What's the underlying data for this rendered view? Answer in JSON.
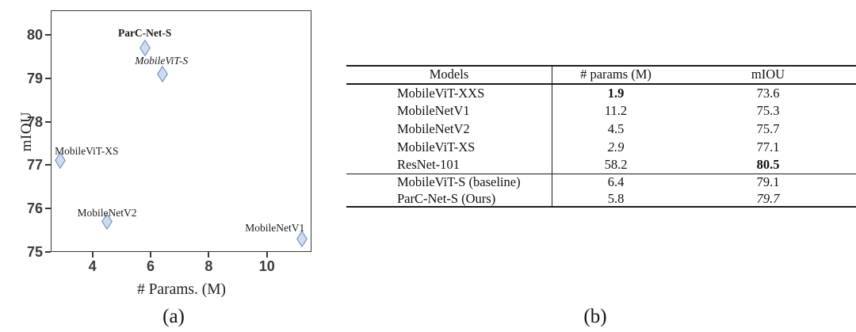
{
  "captions": {
    "a": "(a)",
    "b": "(b)"
  },
  "colors": {
    "marker_fill": "#cfdcf0",
    "marker_stroke": "#7e9cc6",
    "axis": "#3a3a3a",
    "tick_text": "#3b3b3b",
    "rule": "#1c1c1c"
  },
  "chart_data": [
    {
      "type": "scatter",
      "title": "",
      "xlabel": "# Params. (M)",
      "ylabel": "mIOU",
      "xlim": [
        2.563,
        11.535
      ],
      "ylim": [
        75,
        80.565
      ],
      "x_ticks": [
        4,
        6,
        8,
        10
      ],
      "y_ticks": [
        75,
        76,
        77,
        78,
        79,
        80
      ],
      "grid": false,
      "legend": "none",
      "marker": {
        "shape": "thin-diamond",
        "width": 14,
        "height": 21
      },
      "points": [
        {
          "label": "ParC-Net-S",
          "x": 5.8,
          "y": 79.7,
          "label_style": "bold",
          "label_dx": 0,
          "label_dy": -18
        },
        {
          "label": "MobileViT-S",
          "x": 6.4,
          "y": 79.1,
          "label_style": "italic",
          "label_dx": -1,
          "label_dy": -16
        },
        {
          "label": "MobileViT-XS",
          "x": 2.9,
          "y": 77.1,
          "label_style": "normal",
          "label_dx": 33,
          "label_dy": -12
        },
        {
          "label": "MobileNetV2",
          "x": 4.5,
          "y": 75.7,
          "label_style": "normal",
          "label_dx": 0,
          "label_dy": -11
        },
        {
          "label": "MobileNetV1",
          "x": 11.2,
          "y": 75.3,
          "label_style": "normal",
          "label_dx": -34,
          "label_dy": -14
        }
      ]
    },
    {
      "type": "table",
      "headers": [
        "Models",
        "# params (M)",
        "mIOU"
      ],
      "rows": [
        [
          "MobileViT-XXS",
          "1.9",
          "73.6"
        ],
        [
          "MobileNetV1",
          "11.2",
          "75.3"
        ],
        [
          "MobileNetV2",
          "4.5",
          "75.7"
        ],
        [
          "MobileViT-XS",
          "2.9",
          "77.1"
        ],
        [
          "ResNet-101",
          "58.2",
          "80.5"
        ],
        [
          "MobileViT-S (baseline)",
          "6.4",
          "79.1"
        ],
        [
          "ParC-Net-S (Ours)",
          "5.8",
          "79.7"
        ]
      ]
    }
  ],
  "table": {
    "headers": [
      "Models",
      "# params (M)",
      "mIOU"
    ],
    "groups": [
      {
        "rows": [
          {
            "model": "MobileViT-XXS",
            "params": "1.9",
            "miou": "73.6",
            "params_style": "bold"
          },
          {
            "model": "MobileNetV1",
            "params": "11.2",
            "miou": "75.3"
          },
          {
            "model": "MobileNetV2",
            "params": "4.5",
            "miou": "75.7"
          },
          {
            "model": "MobileViT-XS",
            "params": "2.9",
            "miou": "77.1",
            "params_style": "italic"
          },
          {
            "model": "ResNet-101",
            "params": "58.2",
            "miou": "80.5",
            "miou_style": "bold"
          }
        ]
      },
      {
        "rows": [
          {
            "model": "MobileViT-S (baseline)",
            "params": "6.4",
            "miou": "79.1"
          },
          {
            "model": "ParC-Net-S (Ours)",
            "params": "5.8",
            "miou": "79.7",
            "miou_style": "italic"
          }
        ]
      }
    ]
  }
}
